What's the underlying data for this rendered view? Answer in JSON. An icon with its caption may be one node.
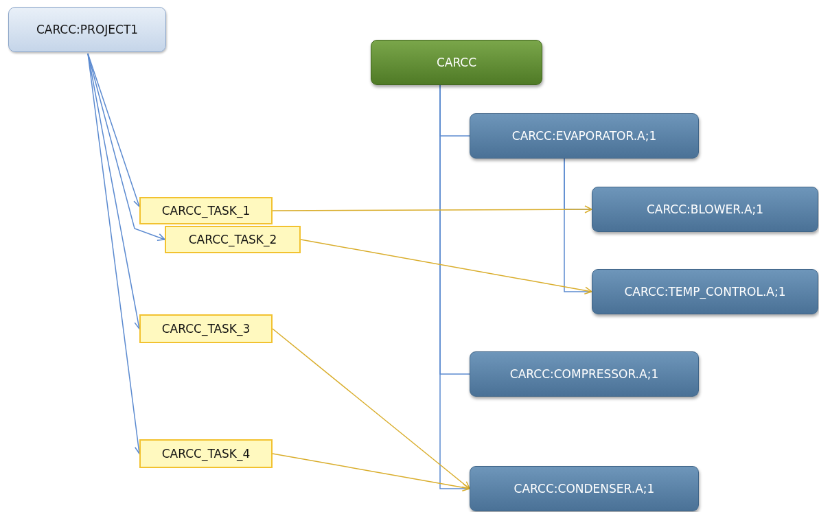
{
  "diagram": {
    "nodes": [
      {
        "text": [
          "CARCC:PROJECT1"
        ]
      },
      {
        "text": [
          "CARCC"
        ]
      },
      {
        "text": [
          "CARCC:EVAPORATOR.A;1"
        ]
      },
      {
        "text": [
          "CARCC:BLOWER.A;1"
        ]
      },
      {
        "text": [
          "CARCC:TEMP_CONTROL.A;1"
        ]
      },
      {
        "text": [
          "CARCC:COMPRESSOR.A;1"
        ]
      },
      {
        "text": [
          "CARCC:CONDENSER.A;1"
        ]
      },
      {
        "text": [
          "CARCC_TASK_1"
        ]
      },
      {
        "text": [
          "CARCC_TASK_2"
        ]
      },
      {
        "text": [
          "CARCC_TASK_3"
        ]
      },
      {
        "text": [
          "CARCC_TASK_4"
        ]
      }
    ],
    "edges": [
      {
        "from": 0,
        "to": 7,
        "arrow": "to"
      },
      {
        "from": 0,
        "to": 8,
        "arrow": "to"
      },
      {
        "from": 0,
        "to": 9,
        "arrow": "to"
      },
      {
        "from": 0,
        "to": 10,
        "arrow": "to"
      },
      {
        "from": 1,
        "to": 2,
        "arrow": "none"
      },
      {
        "from": 1,
        "to": 5,
        "arrow": "none"
      },
      {
        "from": 1,
        "to": 6,
        "arrow": "none"
      },
      {
        "from": 2,
        "to": 3,
        "arrow": "none"
      },
      {
        "from": 2,
        "to": 4,
        "arrow": "none"
      },
      {
        "from": 7,
        "to": 3,
        "arrow": "to",
        "color": "#d9ad2b"
      },
      {
        "from": 8,
        "to": 4,
        "arrow": "to",
        "color": "#d9ad2b"
      },
      {
        "from": 9,
        "to": 6,
        "arrow": "to",
        "color": "#d9ad2b"
      },
      {
        "from": 10,
        "to": 6,
        "arrow": "to",
        "color": "#d9ad2b"
      }
    ]
  }
}
